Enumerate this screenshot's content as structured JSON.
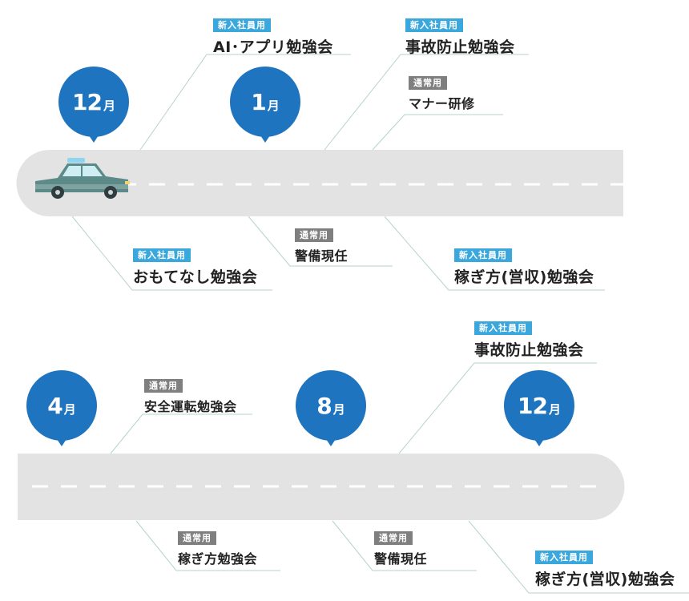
{
  "colors": {
    "accent_blue": "#1f74bf",
    "tag_new": "#3aa7dd",
    "tag_regular": "#7f7f7f",
    "road": "#e3e3e3",
    "connector": "#b7d3cc"
  },
  "months": [
    {
      "num": "12",
      "unit": "月"
    },
    {
      "num": "1",
      "unit": "月"
    },
    {
      "num": "4",
      "unit": "月"
    },
    {
      "num": "8",
      "unit": "月"
    },
    {
      "num": "12",
      "unit": "月"
    }
  ],
  "events": [
    {
      "tag": "新入社員用",
      "title": "AI･アプリ勉強会"
    },
    {
      "tag": "新入社員用",
      "title": "事故防止勉強会"
    },
    {
      "tag": "通常用",
      "title": "マナー研修"
    },
    {
      "tag": "新入社員用",
      "title": "おもてなし勉強会"
    },
    {
      "tag": "通常用",
      "title": "警備現任"
    },
    {
      "tag": "新入社員用",
      "title": "稼ぎ方(営収)勉強会"
    },
    {
      "tag": "新入社員用",
      "title": "事故防止勉強会"
    },
    {
      "tag": "通常用",
      "title": "安全運転勉強会"
    },
    {
      "tag": "通常用",
      "title": "稼ぎ方勉強会"
    },
    {
      "tag": "通常用",
      "title": "警備現任"
    },
    {
      "tag": "新入社員用",
      "title": "稼ぎ方(営収)勉強会"
    }
  ],
  "icons": {
    "vehicle": "taxi-car-icon"
  }
}
